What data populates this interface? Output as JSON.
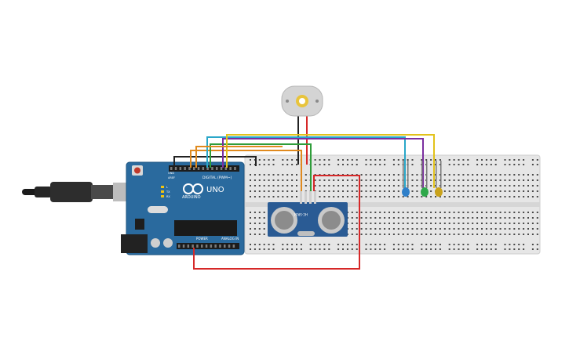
{
  "circuit": {
    "board": {
      "logo_text": "UNO",
      "brand_text": "ARDUINO",
      "digital_label": "DIGITAL (PWM~)",
      "analog_label": "ANALOG IN",
      "power_label": "POWER",
      "aref_label": "AREF",
      "gnd_label": "GND",
      "tx_label": "TX",
      "rx_label": "RX",
      "l_label": "L"
    },
    "sensor": {
      "model_label": "HC-SR04"
    },
    "colors": {
      "board": "#2a6a9e",
      "breadboard": "#e4e4e4",
      "wire_red": "#d62828",
      "wire_black": "#222222",
      "wire_orange": "#e08a1e",
      "wire_green": "#2f9d3a",
      "wire_cyan": "#2aa7c9",
      "wire_purple": "#7b2fa0",
      "wire_yellow": "#e2c21b",
      "led_blue": "#2f7fc9",
      "led_green": "#2ea84a",
      "led_yellow": "#c9a21b"
    }
  }
}
